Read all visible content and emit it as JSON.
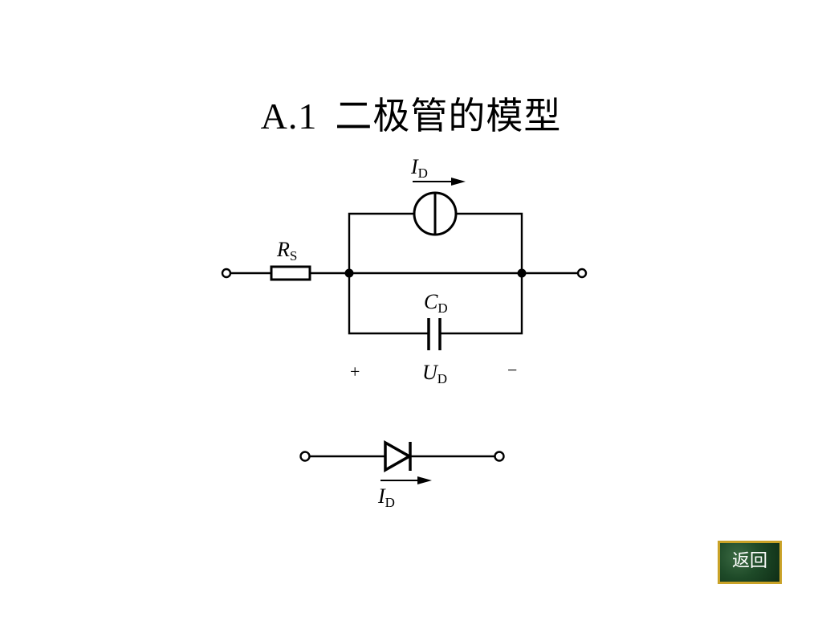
{
  "title": {
    "number": "A.1",
    "text": "二极管的模型"
  },
  "circuit": {
    "current_source_label": {
      "main": "I",
      "sub": "D"
    },
    "resistor_label": {
      "main": "R",
      "sub": "S"
    },
    "capacitor_label": {
      "main": "C",
      "sub": "D"
    },
    "voltage_label": {
      "main": "U",
      "sub": "D"
    },
    "plus_sign": "+",
    "minus_sign": "−"
  },
  "diode": {
    "current_label": {
      "main": "I",
      "sub": "D"
    }
  },
  "nav": {
    "back_label": "返回",
    "back_bg": "#1e4a28",
    "back_border": "#c9a227"
  }
}
